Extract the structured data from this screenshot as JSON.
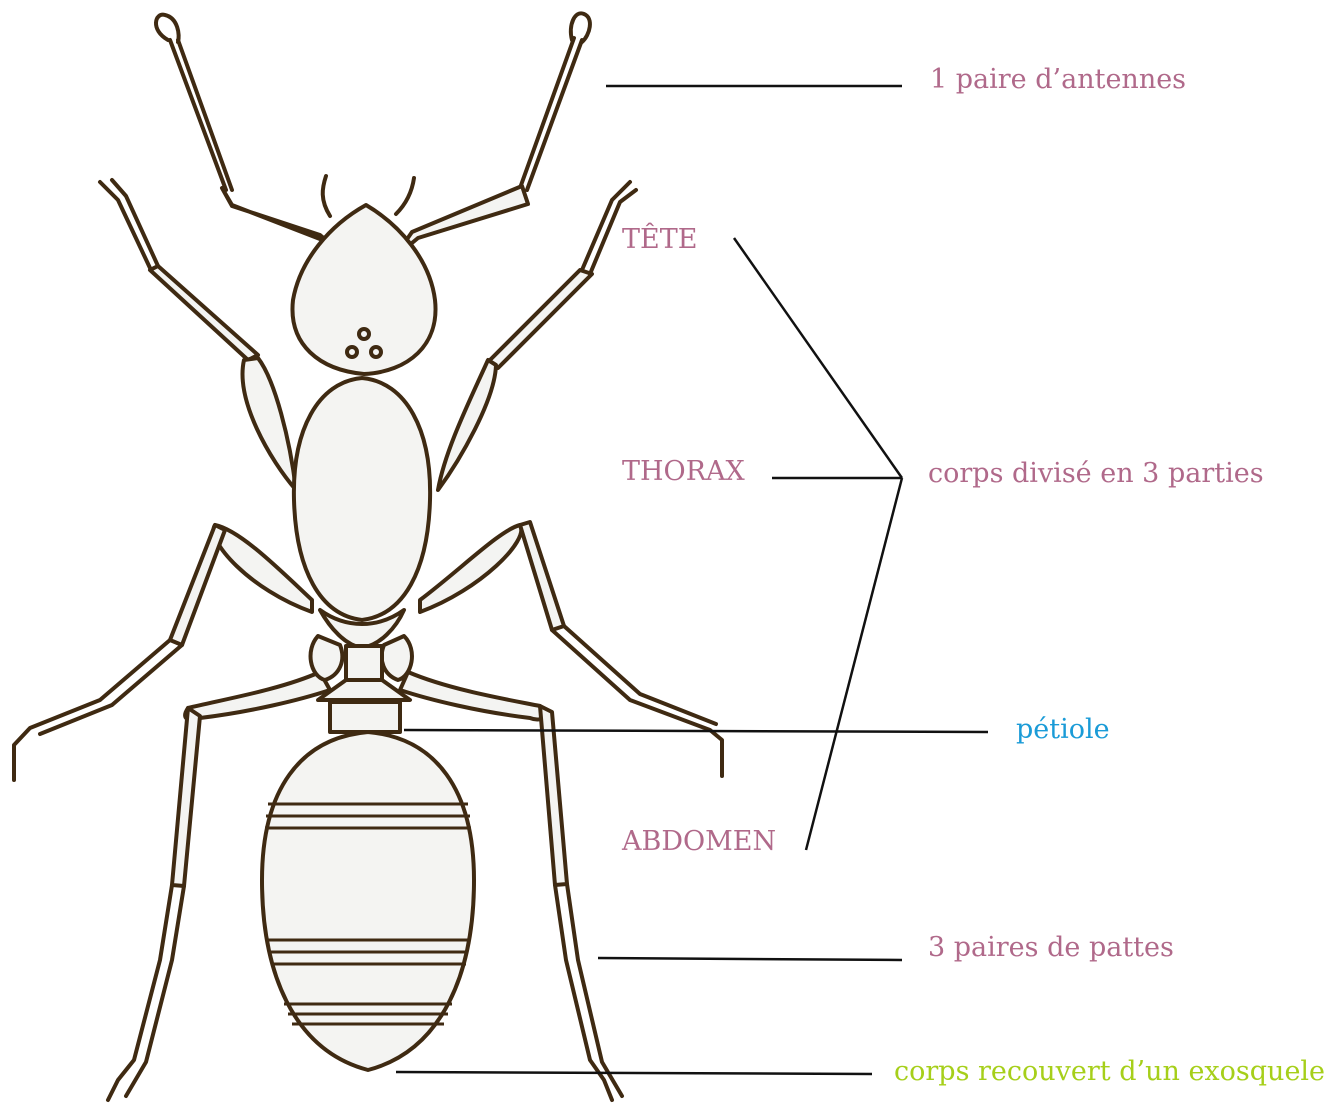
{
  "labels": {
    "antennae": "1 paire d’antennes",
    "head": "TÊTE",
    "thorax": "THORAX",
    "body_divided": "corps divisé en 3 parties",
    "petiole": "pétiole",
    "abdomen": "ABDOMEN",
    "legs": "3 paires de pattes",
    "exoskeleton": "corps recouvert d’un exosquelette"
  },
  "colors": {
    "label_default": "#b0698a",
    "label_petiole": "#1a9bd7",
    "label_exoskeleton": "#a6cf1a",
    "outline": "#3f2a12",
    "fill": "#f4f4f2",
    "pointer": "#111111"
  }
}
